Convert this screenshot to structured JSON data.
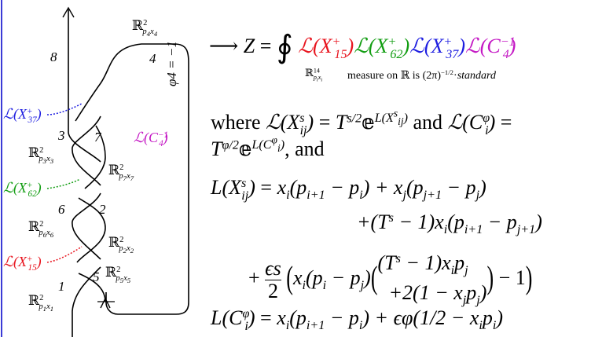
{
  "diagram": {
    "strand_labels": [
      {
        "num": "8"
      },
      {
        "num": "4"
      },
      {
        "num": "3"
      },
      {
        "num": "7"
      },
      {
        "num": "6"
      },
      {
        "num": "2"
      },
      {
        "num": "1"
      },
      {
        "num": "5"
      }
    ],
    "phi_label": "φ4 = −1",
    "colors": {
      "red": "#e8141e",
      "green": "#129d12",
      "blue": "#1d1de0",
      "magenta": "#c418c4",
      "frame": "#3b3bd6"
    }
  },
  "equations": {
    "where_text": "where",
    "and_text": "and",
    "and2_text": ", and",
    "measure_note": "measure on ℝ is",
    "measure_standard": "standard"
  }
}
